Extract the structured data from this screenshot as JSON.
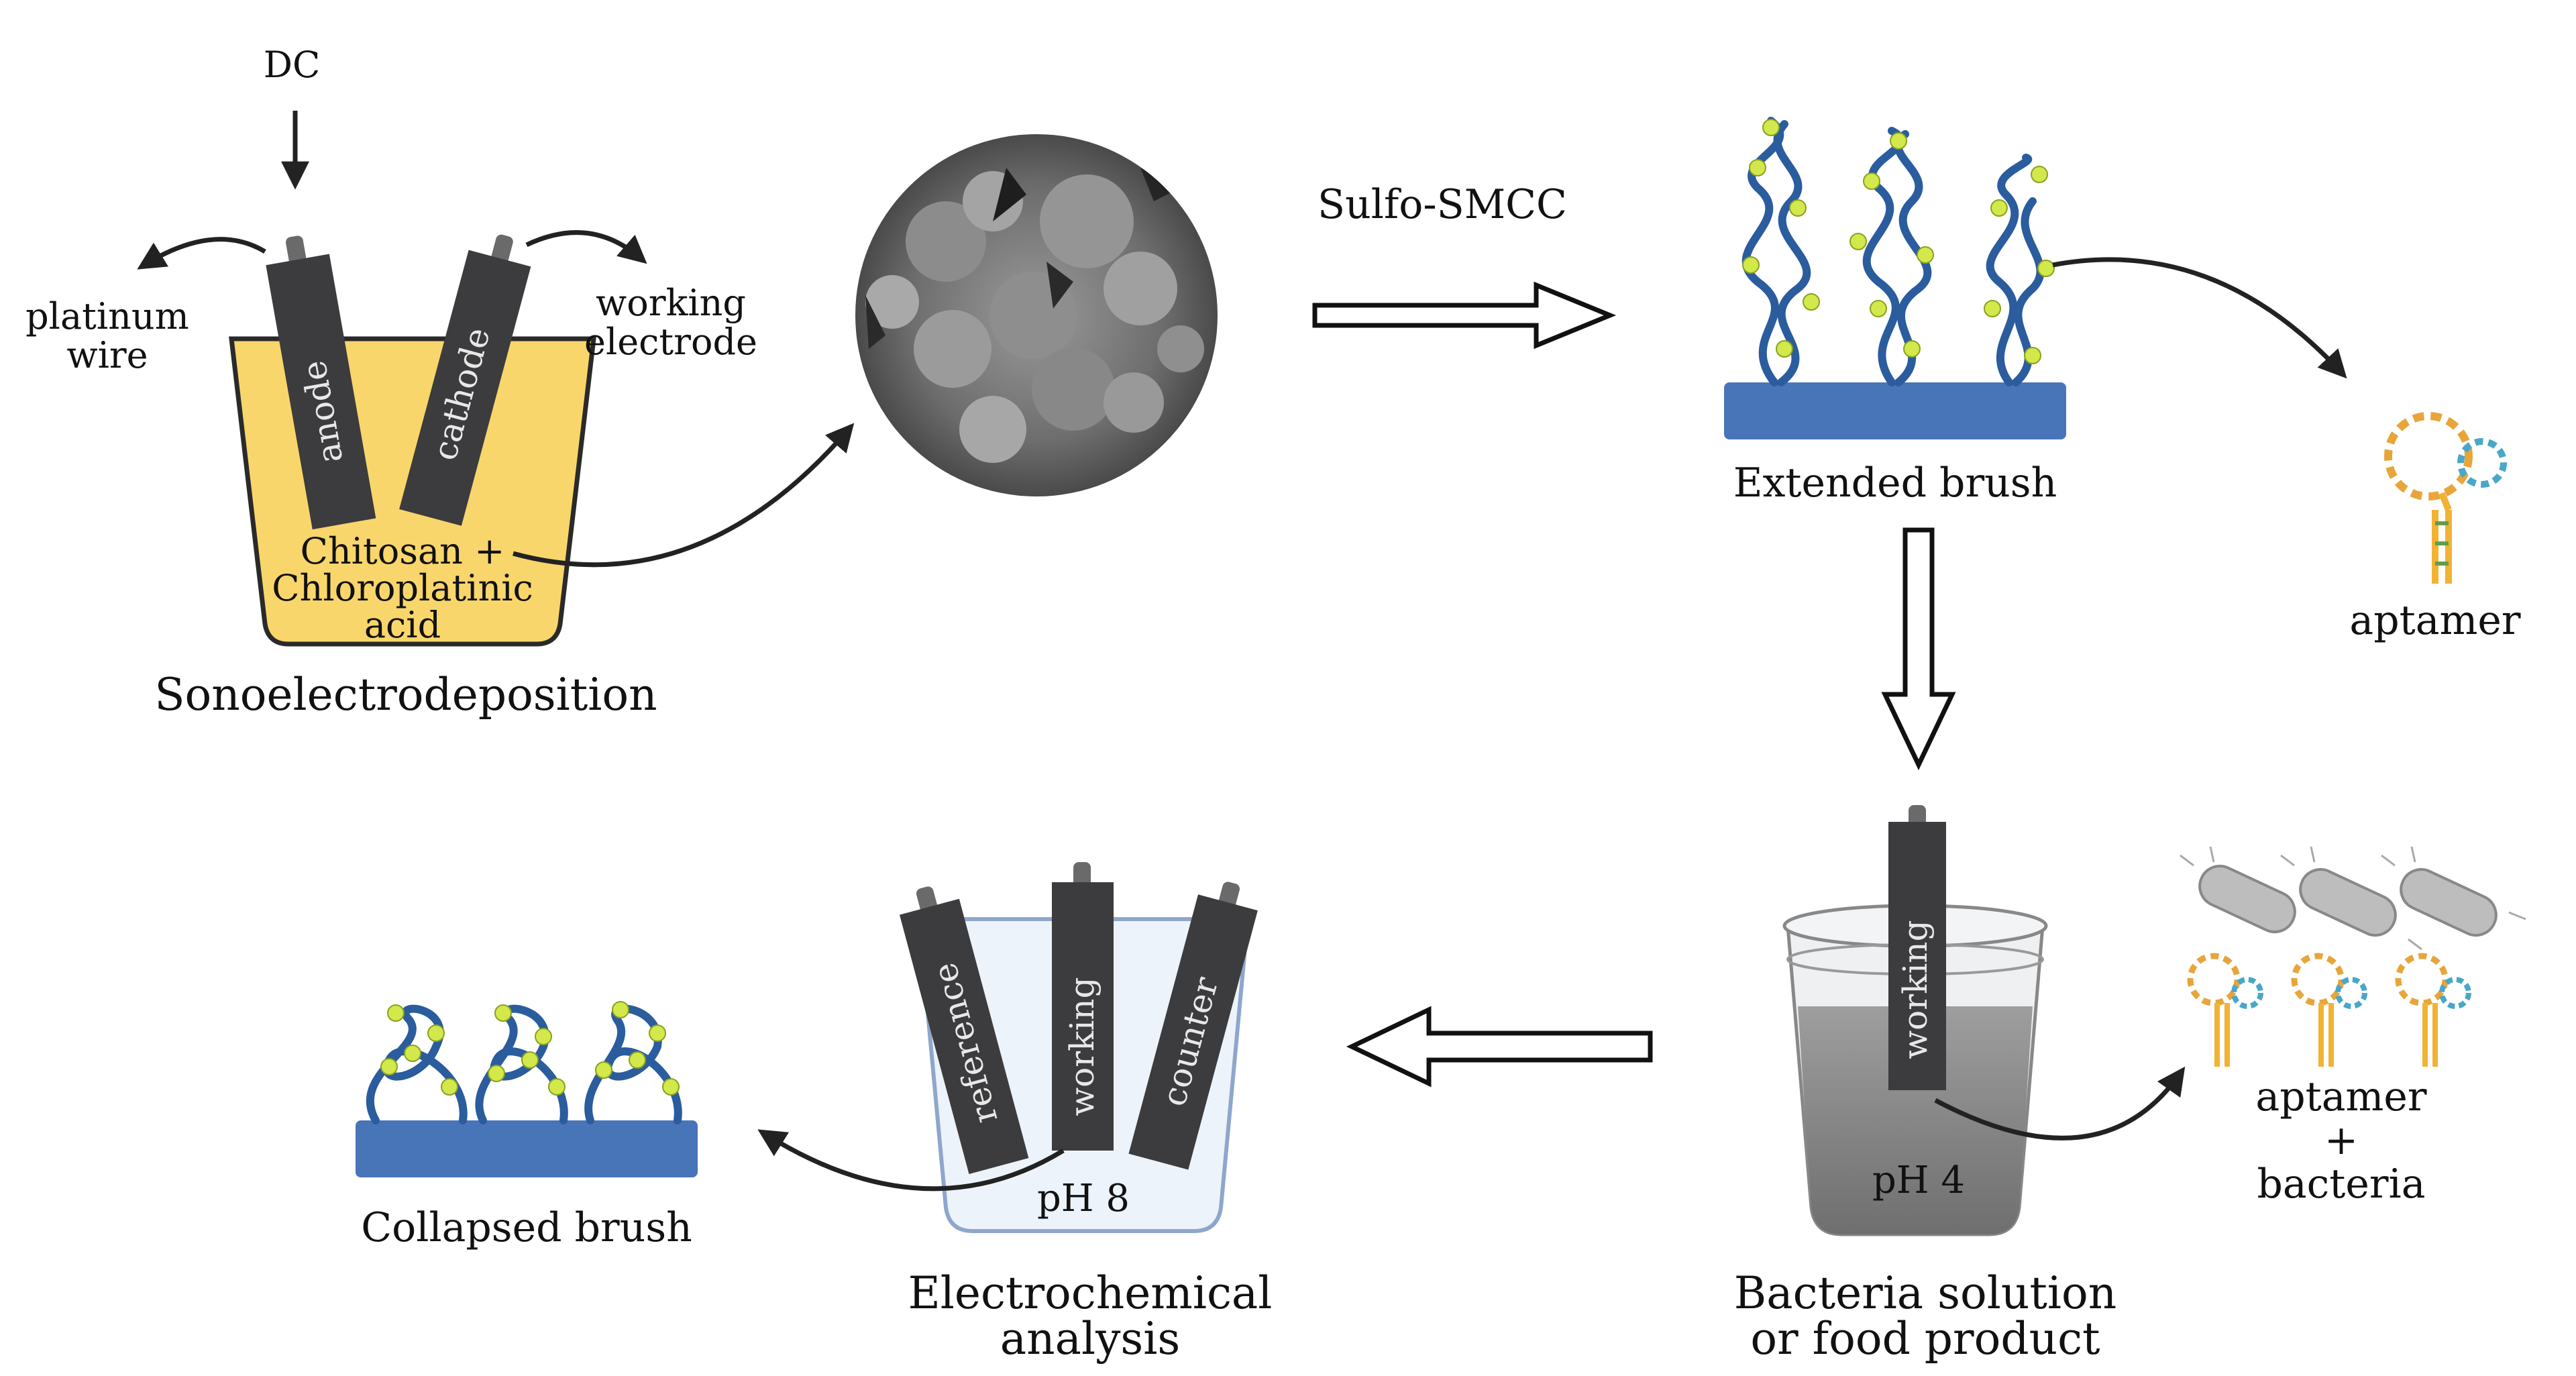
{
  "labels": {
    "dc": "DC",
    "platinum_wire_1": "platinum",
    "platinum_wire_2": "wire",
    "working_electrode_1": "working",
    "working_electrode_2": "electrode",
    "anode": "anode",
    "cathode": "cathode",
    "solution_1": "Chitosan +",
    "solution_2": "Chloroplatinic",
    "solution_3": "acid",
    "sonoelectrodeposition": "Sonoelectrodeposition",
    "sulfo_smcc": "Sulfo-SMCC",
    "extended_brush": "Extended brush",
    "aptamer": "aptamer",
    "working_bacteria": "working",
    "ph4": "pH 4",
    "bacteria_solution_1": "Bacteria solution",
    "bacteria_solution_2": "or food product",
    "aptamer_bacteria_1": "aptamer",
    "aptamer_bacteria_2": "+",
    "aptamer_bacteria_3": "bacteria",
    "reference": "reference",
    "working_echem": "working",
    "counter": "counter",
    "ph8": "pH 8",
    "electrochemical_1": "Electrochemical",
    "electrochemical_2": "analysis",
    "collapsed_brush": "Collapsed brush"
  },
  "colors": {
    "electrode": "#3c3c3e",
    "beaker_yellow": "#f9d66b",
    "substrate_blue": "#4874b8",
    "polymer_blue": "#2a5c9e",
    "node_green": "#d3e84a",
    "beaker_blue": "#edf3fb",
    "solution_gray": "#8a8a8a",
    "bacteria_gray": "#bdbdbd"
  }
}
